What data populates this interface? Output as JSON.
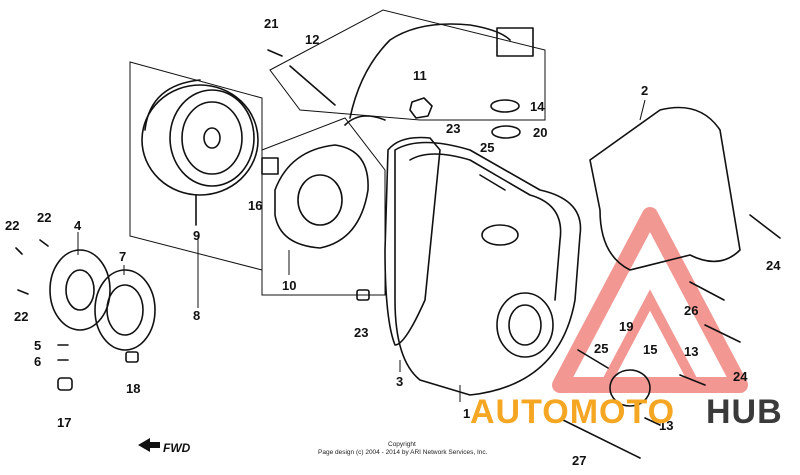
{
  "diagram": {
    "callouts": {
      "c1": "1",
      "c2": "2",
      "c3": "3",
      "c4": "4",
      "c5": "5",
      "c6": "6",
      "c7": "7",
      "c8": "8",
      "c9": "9",
      "c10": "10",
      "c11": "11",
      "c12": "12",
      "c13a": "13",
      "c13b": "13",
      "c14": "14",
      "c15": "15",
      "c16": "16",
      "c17": "17",
      "c18": "18",
      "c19": "19",
      "c20": "20",
      "c21": "21",
      "c22a": "22",
      "c22b": "22",
      "c22c": "22",
      "c23a": "23",
      "c23b": "23",
      "c24a": "24",
      "c24b": "24",
      "c25a": "25",
      "c25b": "25",
      "c26": "26",
      "c27": "27"
    },
    "direction_label": "FWD",
    "copyright_line1": "Copyright",
    "copyright_line2": "Page design (c) 2004 - 2014 by ARI Network Services, Inc."
  },
  "watermark": {
    "part1": "AUTOMOTO",
    "part2": "HUB",
    "color_primary": "#f5a623",
    "color_secondary": "#3a3a3a",
    "logo_color": "#e8433a"
  }
}
